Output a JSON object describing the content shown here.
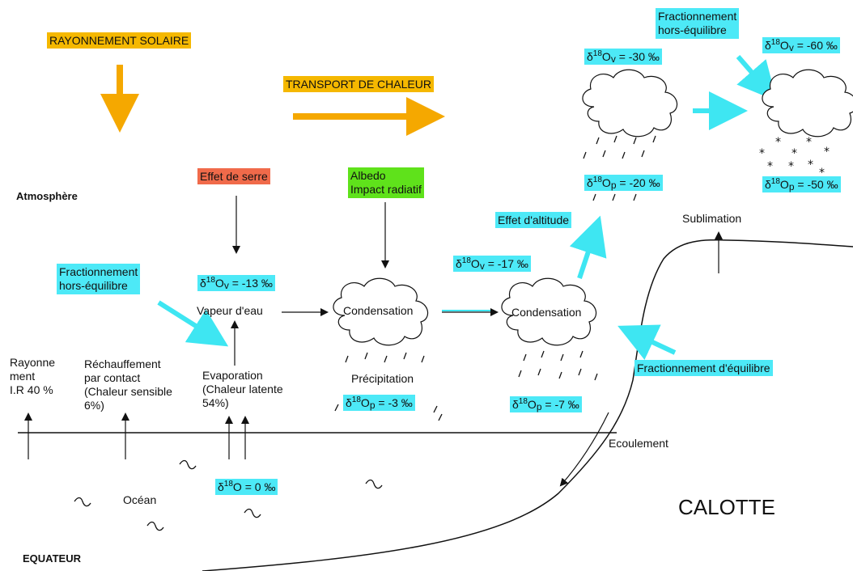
{
  "banners": {
    "solar": "RAYONNEMENT SOLAIRE",
    "heat_transport": "TRANSPORT DE CHALEUR",
    "greenhouse": "Effet de serre",
    "albedo_line1": "Albedo",
    "albedo_line2": "Impact radiatif"
  },
  "labels": {
    "atmosphere": "Atmosphère",
    "water_vapour": "Vapeur d'eau",
    "condensation_1": "Condensation",
    "condensation_2": "Condensation",
    "precipitation": "Précipitation",
    "sublimation": "Sublimation",
    "runoff": "Ecoulement",
    "ocean": "Océan",
    "equator": "EQUATEUR",
    "icecap": "CALOTTE",
    "ir_line1": "Rayonne",
    "ir_line2": "ment",
    "ir_line3": "I.R 40 %",
    "contact_line1": "Réchauffement",
    "contact_line2": "par contact",
    "contact_line3": "(Chaleur sensible",
    "contact_line4": "6%)",
    "evap_line1": "Evaporation",
    "evap_line2": "(Chaleur latente",
    "evap_line3": "54%)"
  },
  "processes": {
    "nonequilibrium_left_1": "Fractionnement",
    "nonequilibrium_left_2": "hors-équilibre",
    "nonequilibrium_top_1": "Fractionnement",
    "nonequilibrium_top_2": "hors-équilibre",
    "altitude_effect": "Effet d'altitude",
    "equilibrium": "Fractionnement d'équilibre"
  },
  "isotopes": {
    "delta_prefix": "δ",
    "mass_number": "18",
    "element": "O",
    "vapor_subscript": "v",
    "precip_subscript": "p",
    "ocean_value": " = 0 ‰",
    "vapor_evaporation": " = -13 ‰",
    "precip_first_cloud": " = -3 ‰",
    "vapor_second_cloud": " = -17 ‰",
    "precip_second_cloud": " = -7 ‰",
    "vapor_high_cloud": " = -30 ‰",
    "precip_high_cloud": " = -20 ‰",
    "vapor_snow_cloud": " = -60 ‰",
    "precip_snow_cloud": " = -50 ‰"
  },
  "colors": {
    "solar_flux": "#f5a800",
    "isotope_arrow": "#3ee6f2",
    "line": "#111111"
  }
}
